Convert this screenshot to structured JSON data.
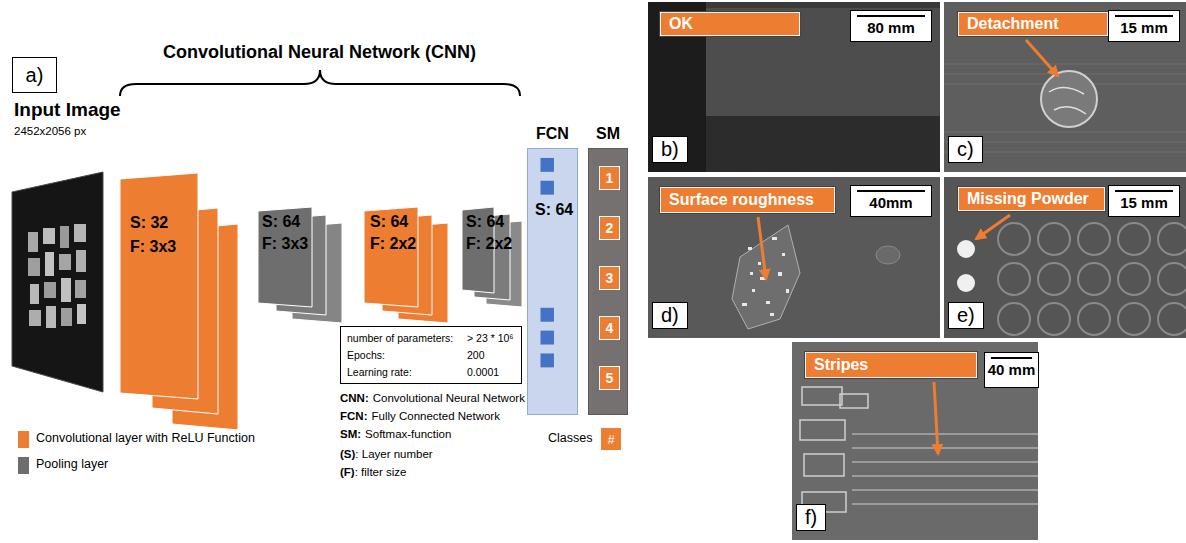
{
  "diagram": {
    "nodes": [
      {
        "text": [
          "a)"
        ]
      },
      {
        "text": [
          "S: 32",
          "F: 3x3"
        ]
      },
      {
        "text": [
          "S: 64",
          "F: 3x3"
        ]
      },
      {
        "text": [
          "S: 64",
          "F: 2x2"
        ]
      },
      {
        "text": [
          "S: 64",
          "F: 2x2"
        ]
      },
      {
        "text": [
          "number of parameters:",
          "> 23 * 10⁶",
          "Epochs:",
          "200",
          "Learning rate:",
          "0.0001"
        ]
      },
      {
        "text": [
          "FCN",
          "S: 64"
        ]
      },
      {
        "text": [
          "SM"
        ]
      },
      {
        "text": [
          "1"
        ],
        "in": 7
      },
      {
        "text": [
          "2"
        ],
        "in": 7
      },
      {
        "text": [
          "3"
        ],
        "in": 7
      },
      {
        "text": [
          "4"
        ],
        "in": 7
      },
      {
        "text": [
          "5"
        ],
        "in": 7
      },
      {
        "text": [
          "b)"
        ]
      },
      {
        "text": [
          "OK"
        ],
        "in": 13
      },
      {
        "text": [
          "80 mm"
        ],
        "in": 13
      },
      {
        "text": [
          "c)"
        ]
      },
      {
        "text": [
          "Detachment"
        ],
        "in": 16
      },
      {
        "text": [
          "15 mm"
        ],
        "in": 16
      },
      {
        "text": [
          "d)"
        ]
      },
      {
        "text": [
          "Surface roughness"
        ],
        "in": 19
      },
      {
        "text": [
          "40mm"
        ],
        "in": 19
      },
      {
        "text": [
          "e)"
        ]
      },
      {
        "text": [
          "Missing Powder"
        ],
        "in": 22
      },
      {
        "text": [
          "15 mm"
        ],
        "in": 22
      },
      {
        "text": [
          "f)"
        ]
      },
      {
        "text": [
          "Stripes"
        ],
        "in": 25
      },
      {
        "text": [
          "40 mm"
        ],
        "in": 25
      }
    ],
    "labels": [
      "Input Image",
      "2452x2056 px",
      "Convolutional Neural Network (CNN)",
      "CNN:",
      "Convolutional Neural Network",
      "FCN:",
      "Fully Connected Network",
      "SM:",
      "Softmax-function",
      "(S)",
      ": Layer number",
      "(F)",
      ": filter size",
      "#"
    ],
    "legend": [
      {
        "text": "Convolutional layer with ReLU Function",
        "color": "#ed7d31"
      },
      {
        "text": "Pooling layer",
        "color": "#6e6e6e"
      },
      {
        "text": "Classes",
        "color": "#ed7d31"
      }
    ]
  }
}
